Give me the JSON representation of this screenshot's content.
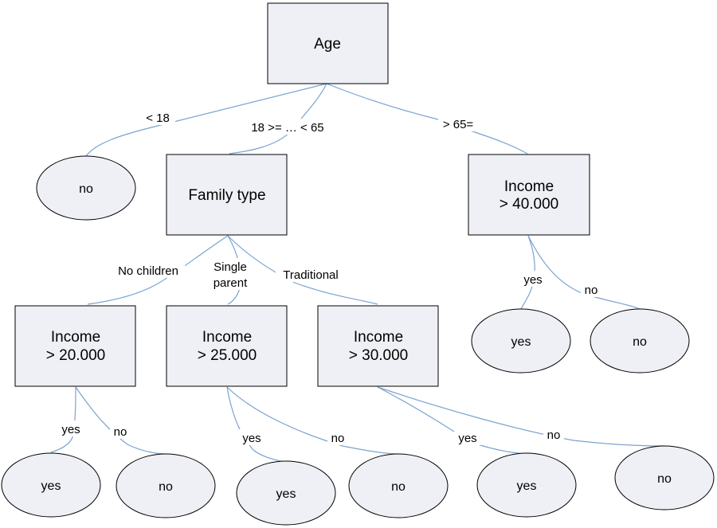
{
  "nodes": {
    "age": {
      "lines": [
        "Age"
      ]
    },
    "family_type": {
      "lines": [
        "Family type"
      ]
    },
    "income_40": {
      "lines": [
        "Income",
        "> 40.000"
      ]
    },
    "income_20": {
      "lines": [
        "Income",
        "> 20.000"
      ]
    },
    "income_25": {
      "lines": [
        "Income",
        "> 25.000"
      ]
    },
    "income_30": {
      "lines": [
        "Income",
        "> 30.000"
      ]
    }
  },
  "leaves": {
    "age_lt18": "no",
    "income40_yes": "yes",
    "income40_no": "no",
    "income20_yes": "yes",
    "income20_no": "no",
    "income25_yes": "yes",
    "income25_no": "no",
    "income30_yes": "yes",
    "income30_no": "no"
  },
  "edge_labels": {
    "lt18": "< 18",
    "mid": "18 >= … < 65",
    "gt65": "> 65=",
    "no_children": "No children",
    "single_parent": [
      "Single",
      "parent"
    ],
    "traditional": "Traditional",
    "i40_yes": "yes",
    "i40_no": "no",
    "i20_yes": "yes",
    "i20_no": "no",
    "i25_yes": "yes",
    "i25_no": "no",
    "i30_yes": "yes",
    "i30_no": "no"
  }
}
